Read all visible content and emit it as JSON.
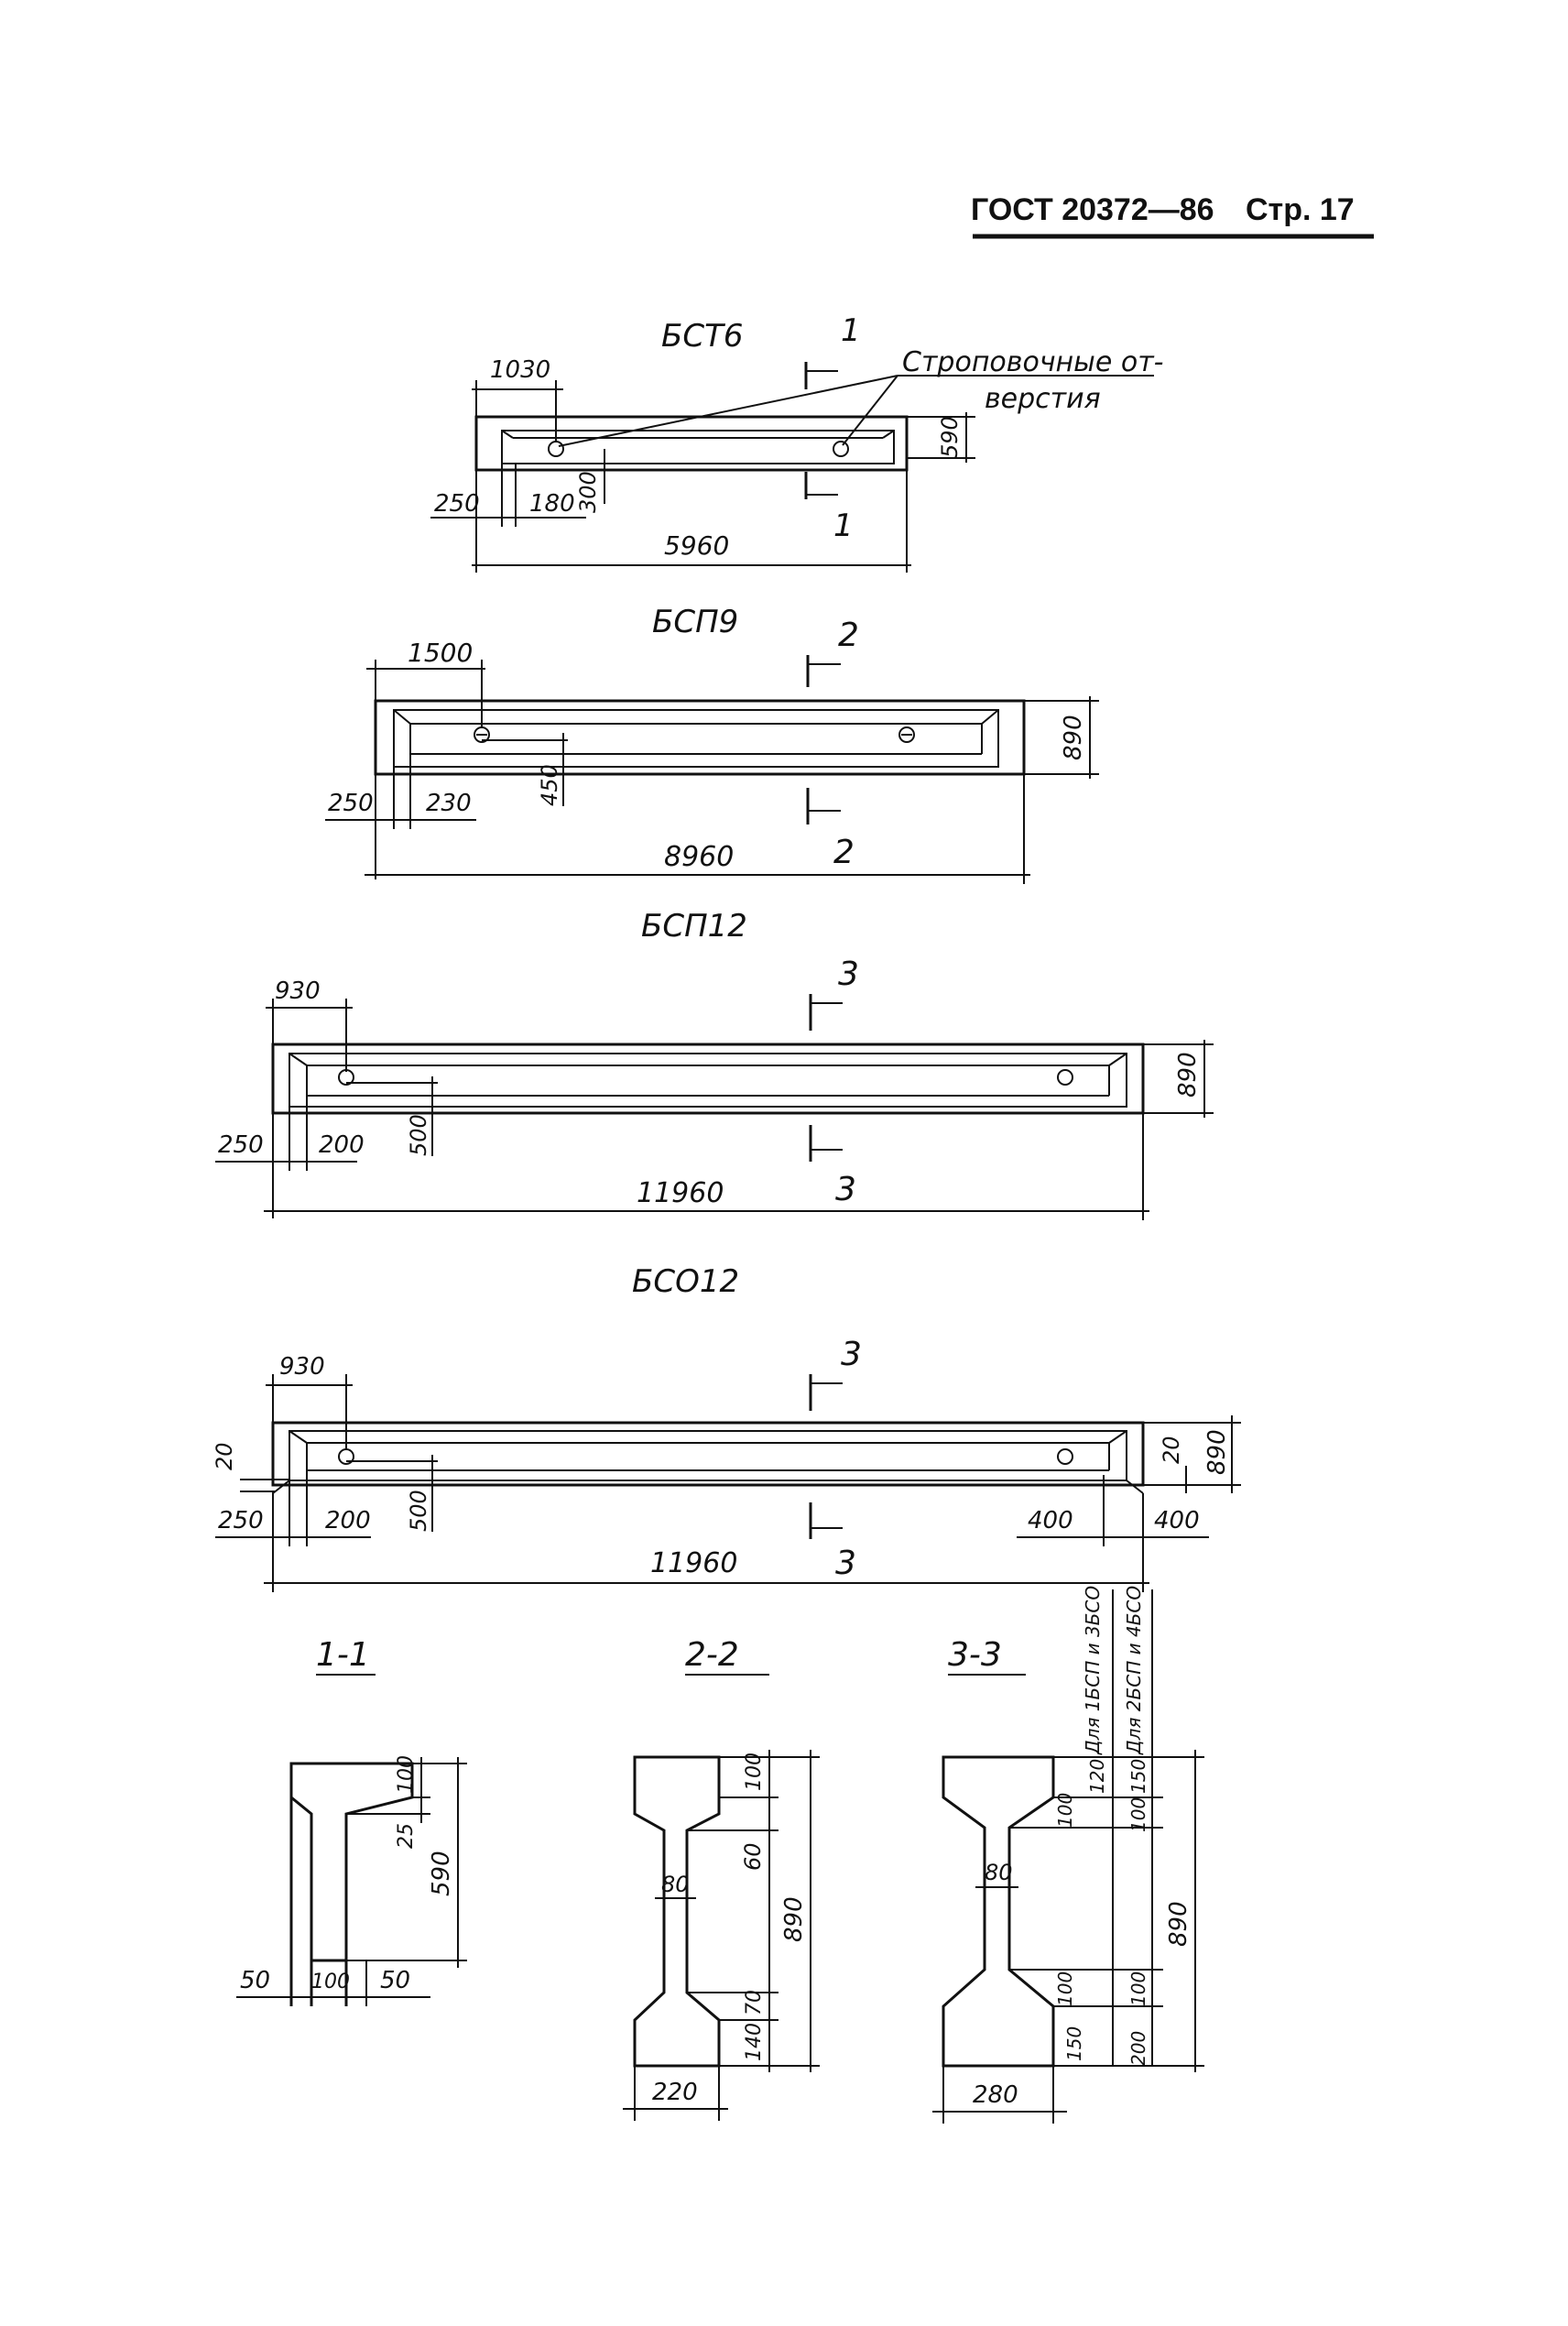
{
  "header": {
    "standard": "ГОСТ 20372—86",
    "page_label": "Стр. 17"
  },
  "diagrams": {
    "bst6": {
      "title": "БСТ6",
      "sec_top": "1",
      "sec_bottom": "1",
      "note_line1": "Строповочные от-",
      "note_line2": "верстия",
      "d_1030": "1030",
      "d_590": "590",
      "d_300": "300",
      "d_250": "250",
      "d_180": "180",
      "d_5960": "5960"
    },
    "bsp9": {
      "title": "БСП9",
      "sec_top": "2",
      "sec_bottom": "2",
      "d_1500": "1500",
      "d_890": "890",
      "d_450": "450",
      "d_250": "250",
      "d_230": "230",
      "d_8960": "8960"
    },
    "bsp12": {
      "title": "БСП12",
      "sec_top": "3",
      "sec_bottom": "3",
      "d_930": "930",
      "d_890": "890",
      "d_500": "500",
      "d_250": "250",
      "d_200": "200",
      "d_11960": "11960"
    },
    "bso12": {
      "title": "БСО12",
      "sec_top": "3",
      "sec_bottom": "3",
      "d_930": "930",
      "d_20_left": "20",
      "d_20_right": "20",
      "d_890": "890",
      "d_500": "500",
      "d_250": "250",
      "d_200": "200",
      "d_400_in": "400",
      "d_400_out": "400",
      "d_11960": "11960"
    }
  },
  "sections": {
    "s11": {
      "title": "1-1",
      "d_100": "100",
      "d_25": "25",
      "d_590": "590",
      "d_50_left": "50",
      "d_100_bottom": "100",
      "d_50_right": "50"
    },
    "s22": {
      "title": "2-2",
      "d_100": "100",
      "d_60": "60",
      "d_80": "80",
      "d_890": "890",
      "d_70": "70",
      "d_140": "140",
      "d_220": "220"
    },
    "s33": {
      "title": "3-3",
      "label_a": "Для 1БСП и 3БСО",
      "label_b": "Для 2БСП и 4БСО",
      "d_120": "120",
      "d_150_top": "150",
      "d_100_a": "100",
      "d_100_b": "100",
      "d_80": "80",
      "d_890": "890",
      "d_100_c": "100",
      "d_100_d": "100",
      "d_150_bot": "150",
      "d_200": "200",
      "d_280": "280"
    }
  }
}
